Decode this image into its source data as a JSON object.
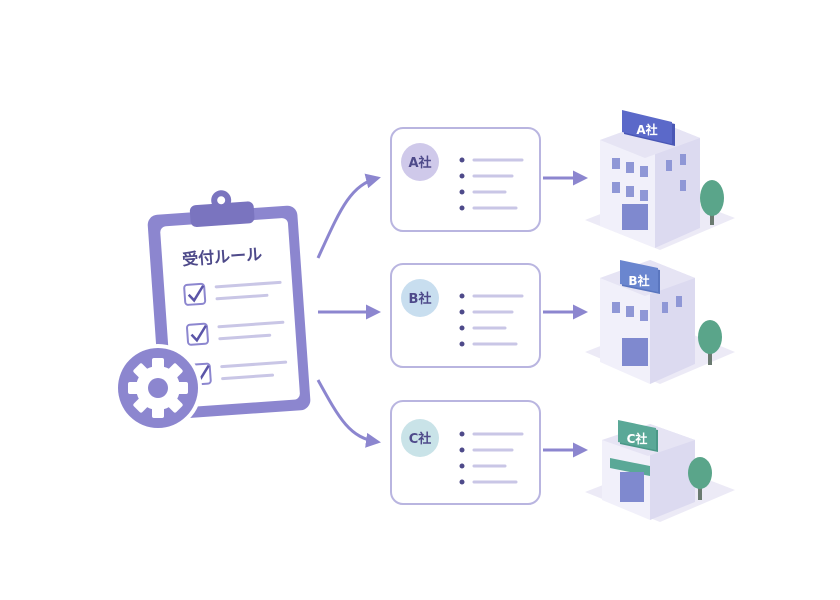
{
  "clipboard": {
    "title": "受付ルール",
    "checked_items": 3
  },
  "companies": [
    {
      "id": "a",
      "label": "A社",
      "badge_color": "#cfc9ea",
      "sign_color": "#5b69c9",
      "list_items": 4
    },
    {
      "id": "b",
      "label": "B社",
      "badge_color": "#c8deef",
      "sign_color": "#6a86cf",
      "list_items": 4
    },
    {
      "id": "c",
      "label": "C社",
      "badge_color": "#c9e3e8",
      "sign_color": "#5aa897",
      "list_items": 4
    }
  ],
  "colors": {
    "accent": "#8c86cf",
    "accent_dark": "#7a74bf",
    "card_border": "#b9b5e0",
    "line": "#c9c6e6",
    "dot": "#4e4a8a",
    "tree": "#5aa58a",
    "building_light": "#f1f0fa",
    "building_side": "#dcdaf0"
  },
  "icons": [
    "clipboard-icon",
    "checkbox-icon",
    "gear-icon",
    "arrow-icon",
    "building-icon",
    "tree-icon"
  ]
}
